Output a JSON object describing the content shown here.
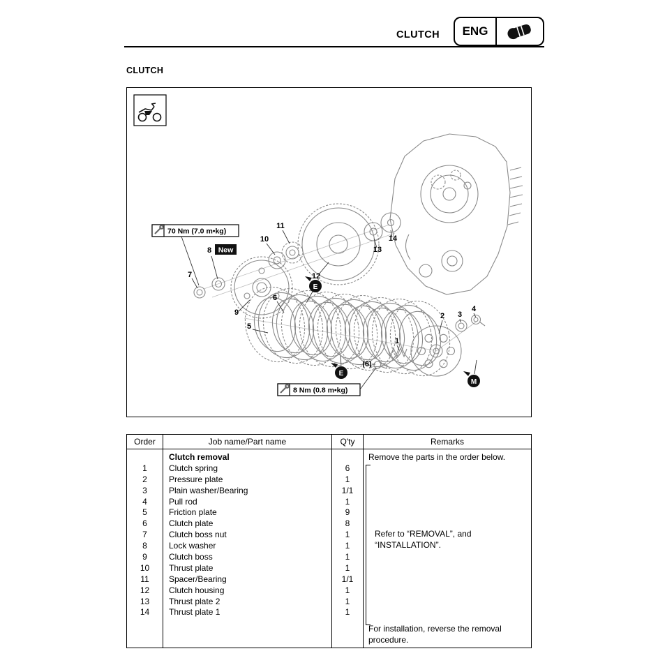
{
  "header": {
    "page_title": "CLUTCH",
    "eng_label": "ENG"
  },
  "page": {
    "section_title": "CLUTCH"
  },
  "diagram": {
    "torque_top": "70 Nm (7.0 m•kg)",
    "torque_bottom": "8 Nm (0.8 m•kg)",
    "new_tag": "New",
    "qty_note": "(6)",
    "marker_e": "E",
    "marker_m": "M",
    "callouts": [
      "1",
      "2",
      "3",
      "4",
      "5",
      "6",
      "7",
      "8",
      "9",
      "10",
      "11",
      "12",
      "13",
      "14"
    ]
  },
  "table": {
    "headers": [
      "Order",
      "Job name/Part name",
      "Q'ty",
      "Remarks"
    ],
    "group_title": "Clutch removal",
    "intro_remark": "Remove the parts in the order below.",
    "refer_line1": "Refer to “REMOVAL”, and",
    "refer_line2": "“INSTALLATION”.",
    "footer_line1": "For installation, reverse the removal",
    "footer_line2": "procedure.",
    "rows": [
      {
        "order": "1",
        "name": "Clutch spring",
        "qty": "6"
      },
      {
        "order": "2",
        "name": "Pressure plate",
        "qty": "1"
      },
      {
        "order": "3",
        "name": "Plain washer/Bearing",
        "qty": "1/1"
      },
      {
        "order": "4",
        "name": "Pull rod",
        "qty": "1"
      },
      {
        "order": "5",
        "name": "Friction plate",
        "qty": "9"
      },
      {
        "order": "6",
        "name": "Clutch plate",
        "qty": "8"
      },
      {
        "order": "7",
        "name": "Clutch boss nut",
        "qty": "1"
      },
      {
        "order": "8",
        "name": "Lock washer",
        "qty": "1"
      },
      {
        "order": "9",
        "name": "Clutch boss",
        "qty": "1"
      },
      {
        "order": "10",
        "name": "Thrust plate",
        "qty": "1"
      },
      {
        "order": "11",
        "name": "Spacer/Bearing",
        "qty": "1/1"
      },
      {
        "order": "12",
        "name": "Clutch housing",
        "qty": "1"
      },
      {
        "order": "13",
        "name": "Thrust plate 2",
        "qty": "1"
      },
      {
        "order": "14",
        "name": "Thrust plate 1",
        "qty": "1"
      }
    ]
  }
}
